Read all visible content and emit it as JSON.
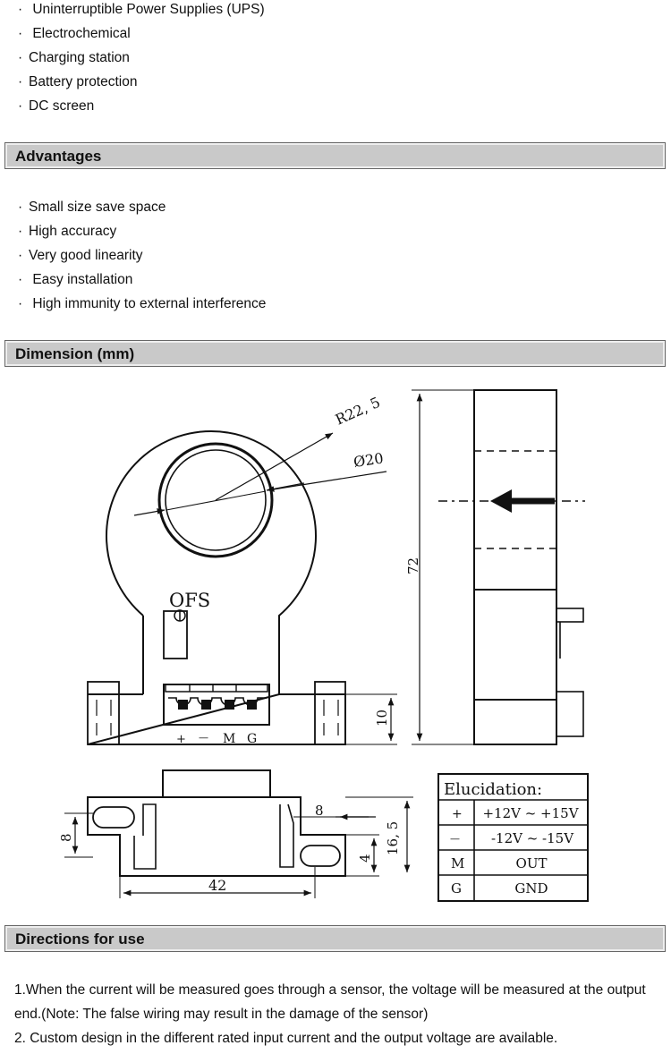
{
  "applications": {
    "items": [
      "Uninterruptible Power Supplies (UPS)",
      "Electrochemical",
      "Charging station",
      "Battery protection",
      "DC screen"
    ]
  },
  "advantages": {
    "title": "Advantages",
    "items": [
      "Small size save space",
      "High accuracy",
      "Very good linearity",
      "Easy installation",
      "High immunity to external interference"
    ]
  },
  "dimension": {
    "title": "Dimension (mm)",
    "labels": {
      "radius": "R22, 5",
      "diameter": "Ø20",
      "ofs": "OFS",
      "height_total": "72",
      "foot_height": "10",
      "pins": [
        "+",
        "—",
        "M",
        "G"
      ],
      "width": "42",
      "slot_height": "8",
      "slot_offset": "8",
      "hole_height": "4",
      "base_height": "16, 5"
    },
    "elucidation": {
      "title": "Elucidation:",
      "rows": [
        {
          "pin": "+",
          "value": "+12V ~ +15V"
        },
        {
          "pin": "—",
          "value": "-12V ~ -15V"
        },
        {
          "pin": "M",
          "value": "OUT"
        },
        {
          "pin": "G",
          "value": "GND"
        }
      ]
    }
  },
  "directions": {
    "title": "Directions for use",
    "p1": "1.When the current will be measured goes through a sensor, the voltage will be measured at the output end.(Note: The false wiring may result in the damage of the sensor)",
    "p2": "2. Custom design in the different rated input current and the output voltage are available."
  }
}
